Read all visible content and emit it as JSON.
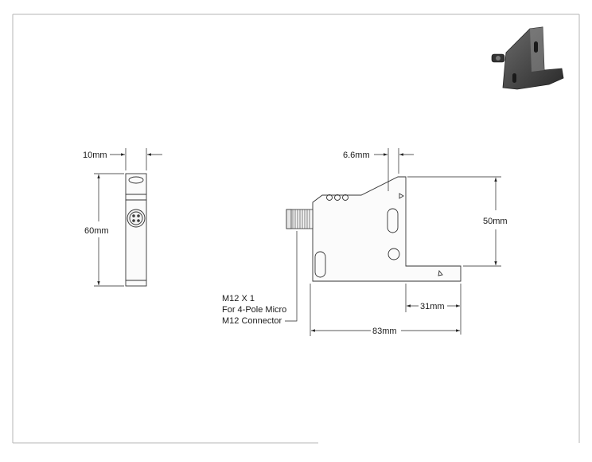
{
  "drawing": {
    "dimensions": {
      "side_width": "10mm",
      "side_height": "60mm",
      "face_offset": "6.6mm",
      "tall_height": "50mm",
      "foot_length": "31mm",
      "overall_length": "83mm"
    },
    "connector_note": {
      "line1": "M12 X 1",
      "line2": "For 4-Pole Micro",
      "line3": "M12 Connector"
    }
  }
}
